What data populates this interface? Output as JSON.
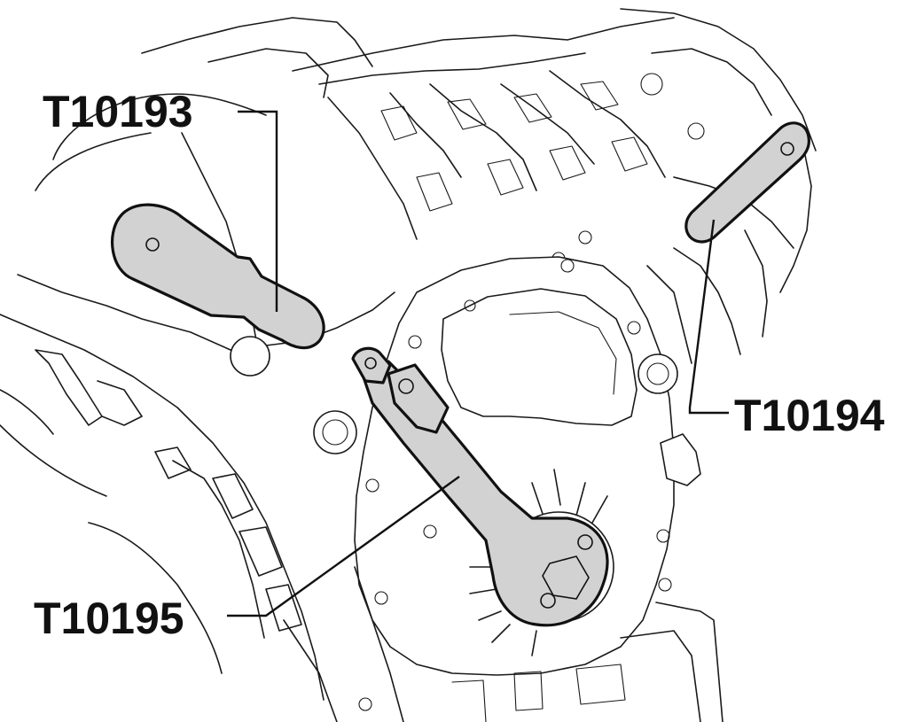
{
  "figure": {
    "labels": {
      "tool_a": "T10193",
      "tool_b": "T10194",
      "tool_c": "T10195"
    }
  },
  "colors": {
    "tool_fill": "#d2d2d2",
    "line": "#111111",
    "background": "#ffffff"
  }
}
